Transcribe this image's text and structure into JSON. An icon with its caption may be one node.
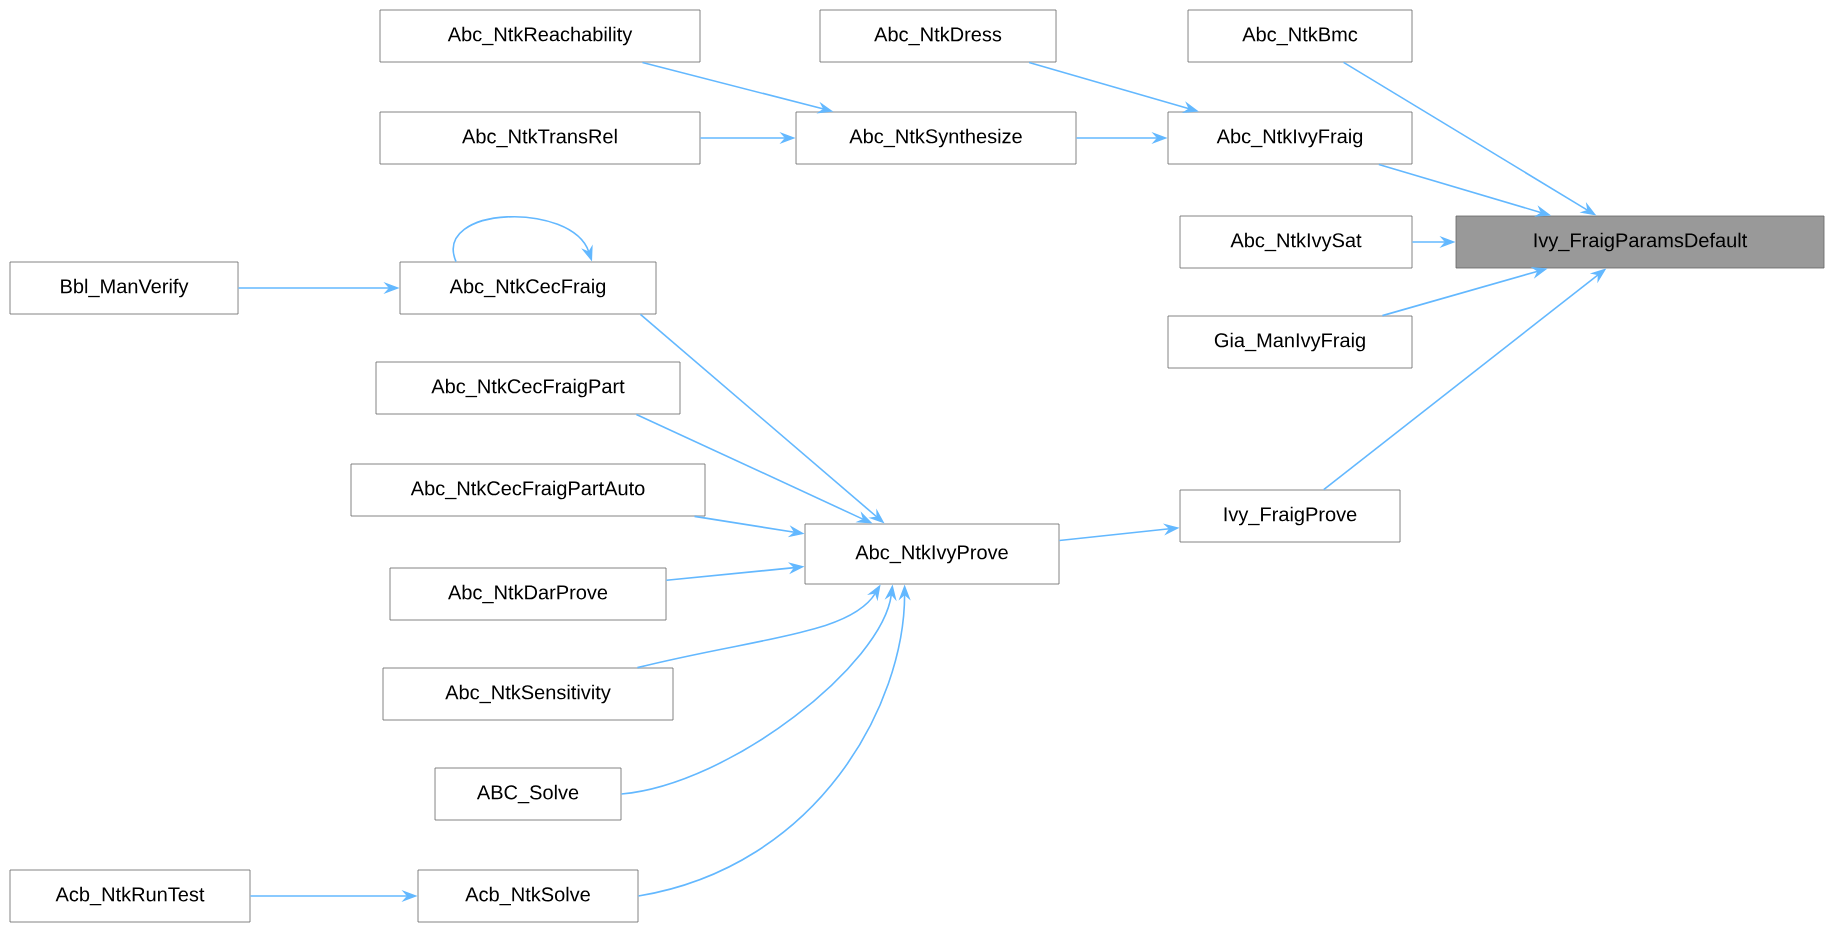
{
  "diagram": {
    "nodes": [
      {
        "text": [
          "Ivy_FraigParamsDefault"
        ]
      },
      {
        "text": [
          "Abc_NtkBmc"
        ]
      },
      {
        "text": [
          "Abc_NtkIvyFraig"
        ]
      },
      {
        "text": [
          "Abc_NtkIvySat"
        ]
      },
      {
        "text": [
          "Gia_ManIvyFraig"
        ]
      },
      {
        "text": [
          "Ivy_FraigProve"
        ]
      },
      {
        "text": [
          "Abc_NtkDress"
        ]
      },
      {
        "text": [
          "Abc_NtkSynthesize"
        ]
      },
      {
        "text": [
          "Abc_NtkReachability"
        ]
      },
      {
        "text": [
          "Abc_NtkTransRel"
        ]
      },
      {
        "text": [
          "Abc_NtkIvyProve"
        ]
      },
      {
        "text": [
          "Abc_NtkCecFraig"
        ]
      },
      {
        "text": [
          "Bbl_ManVerify"
        ]
      },
      {
        "text": [
          "Abc_NtkCecFraigPart"
        ]
      },
      {
        "text": [
          "Abc_NtkCecFraigPartAuto"
        ]
      },
      {
        "text": [
          "Abc_NtkDarProve"
        ]
      },
      {
        "text": [
          "Abc_NtkSensitivity"
        ]
      },
      {
        "text": [
          "ABC_Solve"
        ]
      },
      {
        "text": [
          "Acb_NtkSolve"
        ]
      },
      {
        "text": [
          "Acb_NtkRunTest"
        ]
      }
    ],
    "edges": [
      {
        "from": 1,
        "to": 0,
        "arrow": "to"
      },
      {
        "from": 2,
        "to": 0,
        "arrow": "to"
      },
      {
        "from": 3,
        "to": 0,
        "arrow": "to"
      },
      {
        "from": 4,
        "to": 0,
        "arrow": "to"
      },
      {
        "from": 5,
        "to": 0,
        "arrow": "to"
      },
      {
        "from": 6,
        "to": 2,
        "arrow": "to"
      },
      {
        "from": 7,
        "to": 2,
        "arrow": "to"
      },
      {
        "from": 8,
        "to": 7,
        "arrow": "to"
      },
      {
        "from": 9,
        "to": 7,
        "arrow": "to"
      },
      {
        "from": 10,
        "to": 5,
        "arrow": "to"
      },
      {
        "from": 11,
        "to": 10,
        "arrow": "to"
      },
      {
        "from": 11,
        "to": 11,
        "arrow": "to"
      },
      {
        "from": 12,
        "to": 11,
        "arrow": "to"
      },
      {
        "from": 13,
        "to": 10,
        "arrow": "to"
      },
      {
        "from": 14,
        "to": 10,
        "arrow": "to"
      },
      {
        "from": 15,
        "to": 10,
        "arrow": "to"
      },
      {
        "from": 16,
        "to": 10,
        "arrow": "to"
      },
      {
        "from": 17,
        "to": 10,
        "arrow": "to"
      },
      {
        "from": 18,
        "to": 10,
        "arrow": "to"
      },
      {
        "from": 19,
        "to": 18,
        "arrow": "to"
      }
    ]
  }
}
